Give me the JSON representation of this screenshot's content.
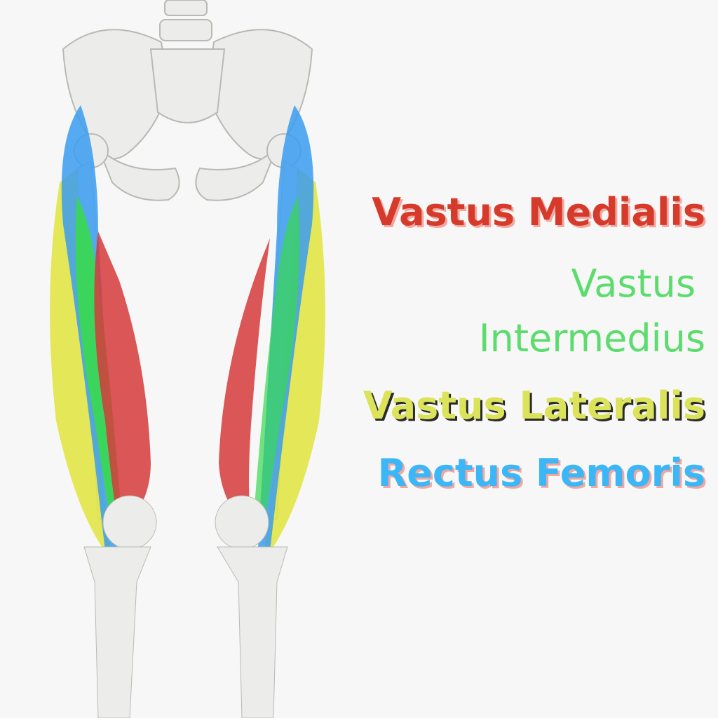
{
  "labels": {
    "vastus_medialis": "Vastus Medialis",
    "vastus_intermedius_line1": "Vastus",
    "vastus_intermedius_line2": "Intermedius",
    "vastus_lateralis": "Vastus Lateralis",
    "rectus_femoris": "Rectus Femoris"
  },
  "colors": {
    "background": "#f7f7f7",
    "vastus_medialis": "#d63a2a",
    "vastus_intermedius": "#5ddc6e",
    "vastus_lateralis": "#dbe35a",
    "rectus_femoris": "#3bb6f7",
    "bone": "#ececea"
  }
}
